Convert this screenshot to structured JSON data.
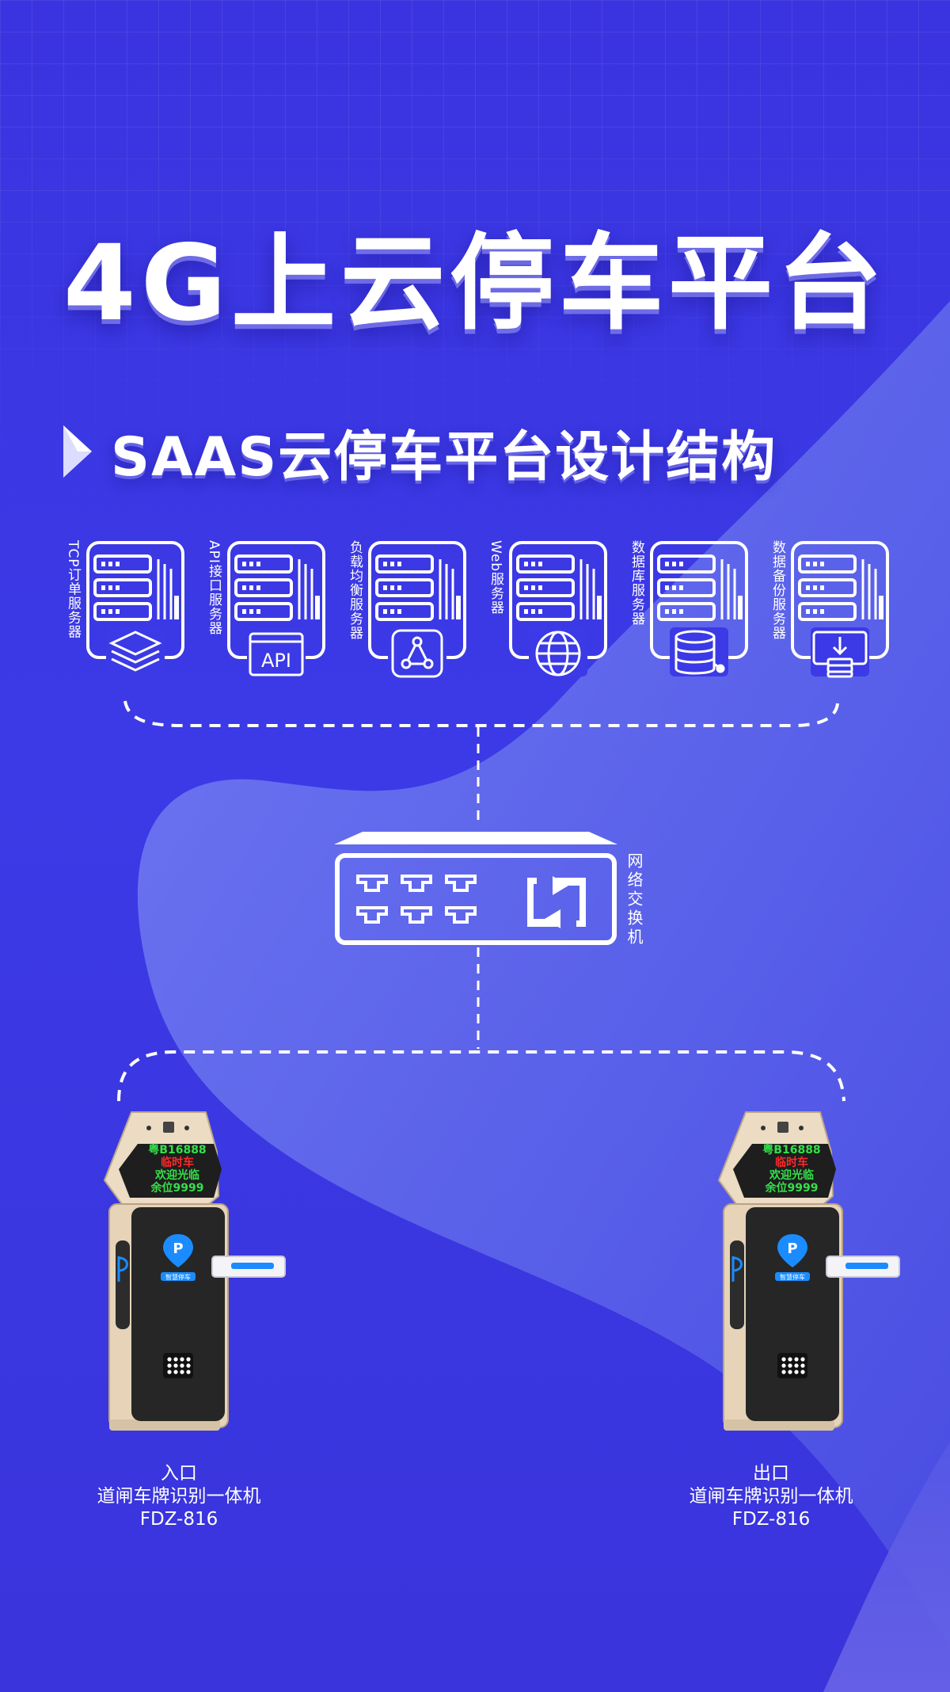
{
  "title": "4G上云停车平台",
  "subtitle": "SAAS云停车平台设计结构",
  "servers": [
    {
      "label": "TCP订单服务器",
      "icon": "layers-icon"
    },
    {
      "label": "API接口服务器",
      "icon": "api-icon"
    },
    {
      "label": "负载均衡服务器",
      "icon": "load-balance-icon"
    },
    {
      "label": "Web服务器",
      "icon": "globe-icon"
    },
    {
      "label": "数据库服务器",
      "icon": "database-icon"
    },
    {
      "label": "数据备份服务器",
      "icon": "backup-icon"
    }
  ],
  "api_icon_text": "API",
  "switch_label": "网络交换机",
  "gates": [
    {
      "position": "入口",
      "name": "道闸车牌识别一体机",
      "model": "FDZ-816",
      "screen": [
        "粤B16888",
        "临时车",
        "欢迎光临",
        "余位9999"
      ],
      "logo_text": "智慧停车"
    },
    {
      "position": "出口",
      "name": "道闸车牌识别一体机",
      "model": "FDZ-816",
      "screen": [
        "粤B16888",
        "临时车",
        "欢迎光临",
        "余位9999"
      ],
      "logo_text": "智慧停车"
    }
  ],
  "colors": {
    "background": "#3a34e0",
    "wave": "#6a74f0",
    "screen_green": "#35e04a",
    "screen_red": "#ff2a2a",
    "gate_body": "#e6d3b8",
    "gate_panel": "#262626",
    "logo_blue": "#1a8cff"
  }
}
